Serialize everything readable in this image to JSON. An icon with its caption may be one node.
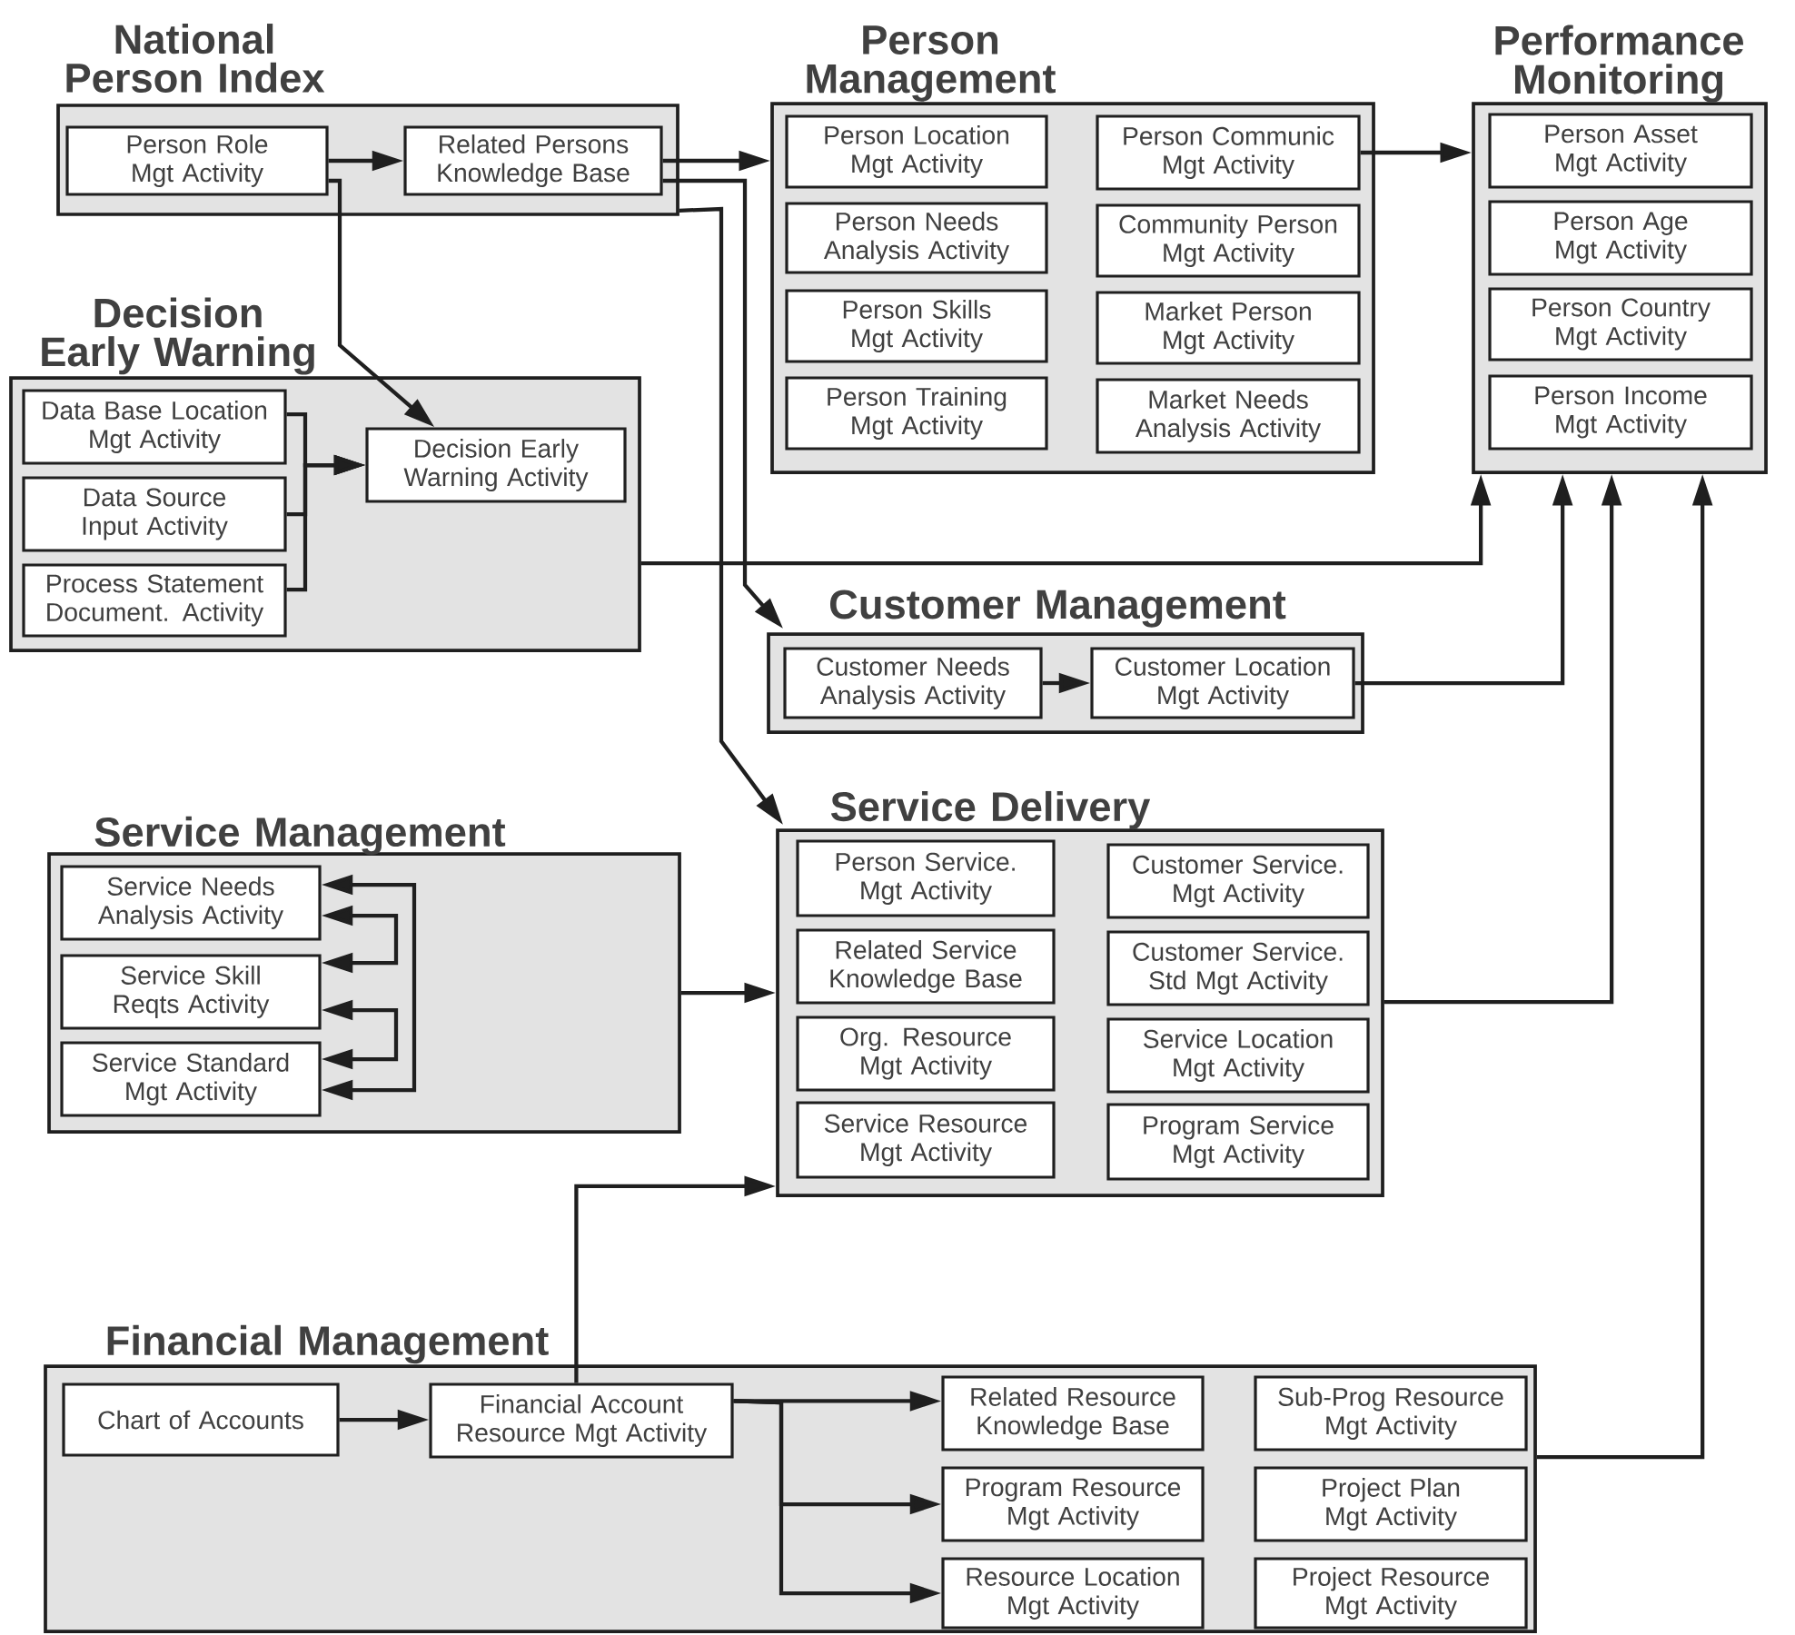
{
  "diagram": {
    "nodes": [
      {
        "text": [
          "National Person Index"
        ]
      },
      {
        "text": [
          "Person Role Mgt Activity"
        ],
        "in": 0
      },
      {
        "text": [
          "Related Persons Knowledge Base"
        ],
        "in": 0
      },
      {
        "text": [
          "Person Management"
        ]
      },
      {
        "text": [
          "Person Location Mgt Activity"
        ],
        "in": 3
      },
      {
        "text": [
          "Person Needs Analysis Activity"
        ],
        "in": 3
      },
      {
        "text": [
          "Person Skills Mgt Activity"
        ],
        "in": 3
      },
      {
        "text": [
          "Person Training Mgt Activity"
        ],
        "in": 3
      },
      {
        "text": [
          "Person Communic Mgt Activity"
        ],
        "in": 3
      },
      {
        "text": [
          "Community Person Mgt Activity"
        ],
        "in": 3
      },
      {
        "text": [
          "Market Person Mgt Activity"
        ],
        "in": 3
      },
      {
        "text": [
          "Market Needs Analysis Activity"
        ],
        "in": 3
      },
      {
        "text": [
          "Performance Monitoring"
        ]
      },
      {
        "text": [
          "Person Asset Mgt Activity"
        ],
        "in": 12
      },
      {
        "text": [
          "Person Age Mgt Activity"
        ],
        "in": 12
      },
      {
        "text": [
          "Person Country Mgt Activity"
        ],
        "in": 12
      },
      {
        "text": [
          "Person Income Mgt Activity"
        ],
        "in": 12
      },
      {
        "text": [
          "Decision Early Warning"
        ]
      },
      {
        "text": [
          "Data Base Location Mgt Activity"
        ],
        "in": 17
      },
      {
        "text": [
          "Data Source Input Activity"
        ],
        "in": 17
      },
      {
        "text": [
          "Process Statement Document. Activity"
        ],
        "in": 17
      },
      {
        "text": [
          "Decision Early Warning Activity"
        ],
        "in": 17
      },
      {
        "text": [
          "Customer Management"
        ]
      },
      {
        "text": [
          "Customer Needs Analysis Activity"
        ],
        "in": 22
      },
      {
        "text": [
          "Customer Location Mgt Activity"
        ],
        "in": 22
      },
      {
        "text": [
          "Service Management"
        ]
      },
      {
        "text": [
          "Service Needs Analysis Activity"
        ],
        "in": 25
      },
      {
        "text": [
          "Service Skill Reqts Activity"
        ],
        "in": 25
      },
      {
        "text": [
          "Service Standard Mgt Activity"
        ],
        "in": 25
      },
      {
        "text": [
          "Service Delivery"
        ]
      },
      {
        "text": [
          "Person Service. Mgt Activity"
        ],
        "in": 29
      },
      {
        "text": [
          "Related Service Knowledge Base"
        ],
        "in": 29
      },
      {
        "text": [
          "Org. Resource Mgt Activity"
        ],
        "in": 29
      },
      {
        "text": [
          "Service Resource Mgt Activity"
        ],
        "in": 29
      },
      {
        "text": [
          "Customer Service. Mgt Activity"
        ],
        "in": 29
      },
      {
        "text": [
          "Customer Service. Std Mgt Activity"
        ],
        "in": 29
      },
      {
        "text": [
          "Service Location Mgt Activity"
        ],
        "in": 29
      },
      {
        "text": [
          "Program Service Mgt Activity"
        ],
        "in": 29
      },
      {
        "text": [
          "Financial Management"
        ]
      },
      {
        "text": [
          "Chart of Accounts"
        ],
        "in": 38
      },
      {
        "text": [
          "Financial Account Resource Mgt Activity"
        ],
        "in": 38
      },
      {
        "text": [
          "Related Resource Knowledge Base"
        ],
        "in": 38
      },
      {
        "text": [
          "Program Resource Mgt Activity"
        ],
        "in": 38
      },
      {
        "text": [
          "Resource Location Mgt Activity"
        ],
        "in": 38
      },
      {
        "text": [
          "Sub-Prog Resource Mgt Activity"
        ],
        "in": 38
      },
      {
        "text": [
          "Project Plan Mgt Activity"
        ],
        "in": 38
      },
      {
        "text": [
          "Project Resource Mgt Activity"
        ],
        "in": 38
      }
    ],
    "edges": [
      {
        "from": 1,
        "to": 2,
        "arrow": "to"
      },
      {
        "from": 2,
        "to": 3,
        "arrow": "to"
      },
      {
        "from": 2,
        "to": 22,
        "arrow": "to"
      },
      {
        "from": 0,
        "to": 29,
        "arrow": "to"
      },
      {
        "from": 1,
        "to": 21,
        "arrow": "to"
      },
      {
        "from": 18,
        "to": 21,
        "arrow": "to"
      },
      {
        "from": 19,
        "to": 21,
        "arrow": "to"
      },
      {
        "from": 20,
        "to": 21,
        "arrow": "to"
      },
      {
        "from": 8,
        "to": 12,
        "arrow": "to"
      },
      {
        "from": 17,
        "to": 12,
        "arrow": "to"
      },
      {
        "from": 24,
        "to": 12,
        "arrow": "to"
      },
      {
        "from": 29,
        "to": 12,
        "arrow": "to"
      },
      {
        "from": 38,
        "to": 12,
        "arrow": "to"
      },
      {
        "from": 23,
        "to": 24,
        "arrow": "to"
      },
      {
        "from": 25,
        "to": 29,
        "arrow": "to"
      },
      {
        "from": 40,
        "to": 29,
        "arrow": "to"
      },
      {
        "from": 39,
        "to": 40,
        "arrow": "to"
      },
      {
        "from": 40,
        "to": 41,
        "arrow": "to"
      },
      {
        "from": 40,
        "to": 42,
        "arrow": "to"
      },
      {
        "from": 40,
        "to": 43,
        "arrow": "to"
      },
      {
        "from": 26,
        "to": 28,
        "arrow": "both"
      },
      {
        "from": 26,
        "to": 27,
        "arrow": "both"
      },
      {
        "from": 27,
        "to": 28,
        "arrow": "both"
      }
    ]
  }
}
